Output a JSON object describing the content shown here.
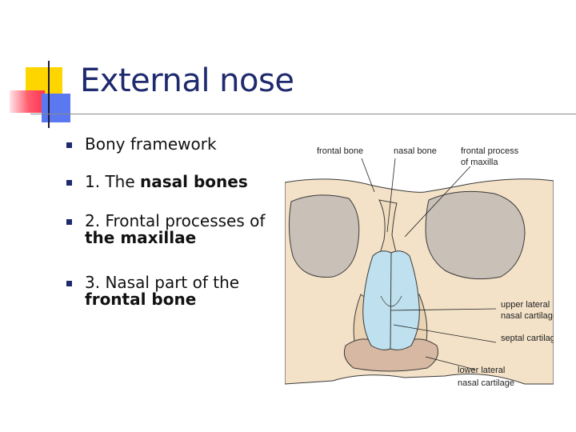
{
  "title": "External nose",
  "bullets": [
    {
      "parts": [
        {
          "text": "Bony framework",
          "bold": false
        }
      ]
    },
    {
      "parts": [
        {
          "text": "1. The ",
          "bold": false
        },
        {
          "text": "nasal bones",
          "bold": true
        }
      ]
    },
    {
      "parts": [
        {
          "text": "2. Frontal processes of ",
          "bold": false
        },
        {
          "text": "the maxillae",
          "bold": true
        }
      ]
    },
    {
      "parts": [
        {
          "text": "3. Nasal part of the ",
          "bold": false
        },
        {
          "text": "frontal bone",
          "bold": true
        }
      ]
    }
  ],
  "figure": {
    "labels": {
      "frontal_bone": "frontal bone",
      "nasal_bone": "nasal bone",
      "frontal_process_1": "frontal process",
      "frontal_process_2": "of maxilla",
      "upper_lateral_1": "upper lateral",
      "upper_lateral_2": "nasal cartilage",
      "septal": "septal cartilage",
      "lower_lateral_1": "lower lateral",
      "lower_lateral_2": "nasal cartilage"
    },
    "colors": {
      "bone": "#f3e2c8",
      "orbit": "#c9c0b7",
      "cartilage": "#bfe0ee",
      "lower_cartilage": "#d7b8a2"
    }
  },
  "colors": {
    "title": "#1f2a6e",
    "ornament_yellow": "#ffd500",
    "ornament_red": "#ff3355",
    "ornament_blue": "#5a78f0"
  }
}
